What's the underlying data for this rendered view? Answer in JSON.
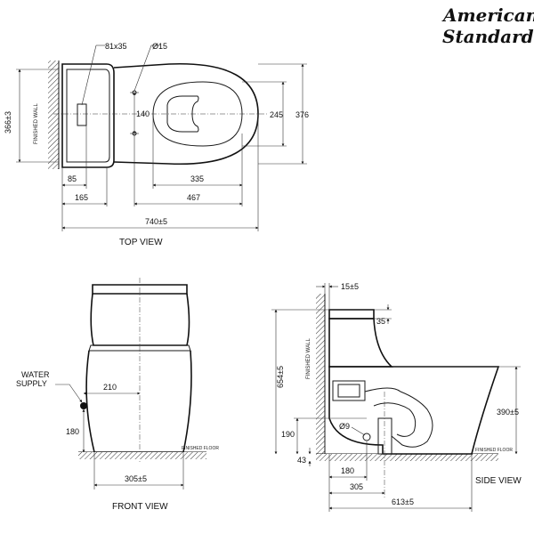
{
  "brand": {
    "line1": "American",
    "line2": "Standard"
  },
  "top_view": {
    "label": "TOP VIEW",
    "finished_wall": "FINISHED WALL",
    "dims": {
      "rect": "81x35",
      "phi": "Ø15",
      "d140": "140",
      "h366": "366±3",
      "h376": "376",
      "h245": "245",
      "d85": "85",
      "d165": "165",
      "d335": "335",
      "d467": "467",
      "d740": "740±5"
    }
  },
  "front_view": {
    "label": "FRONT VIEW",
    "water_supply_1": "WATER",
    "water_supply_2": "SUPPLY",
    "finished_floor": "FINISHED FLOOR",
    "dims": {
      "d210": "210",
      "d180": "180",
      "d305": "305±5"
    }
  },
  "side_view": {
    "label": "SIDE VIEW",
    "finished_wall": "FINISHED WALL",
    "finished_floor": "FINISHED FLOOR",
    "dims": {
      "d15": "15±5",
      "d35": "35",
      "d654": "654±5",
      "d390": "390±5",
      "d190": "190",
      "phi9": "Ø9",
      "d43": "43",
      "d180": "180",
      "d305": "305",
      "d613": "613±5"
    }
  }
}
